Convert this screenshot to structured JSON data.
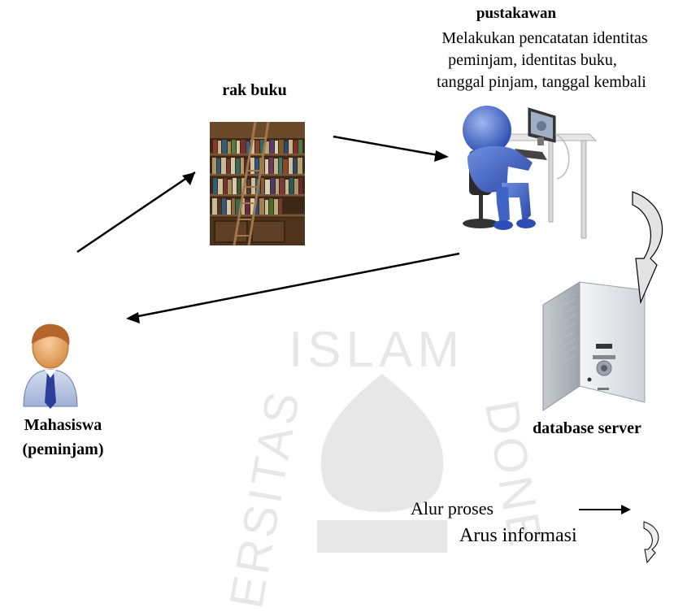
{
  "watermark": {
    "text": "ISLAM",
    "left_text": "ERSITAS",
    "right_text": "DONE"
  },
  "librarian": {
    "title": "pustakawan",
    "desc_lines": [
      "Melakukan pencatatan identitas",
      "peminjam, identitas buku,",
      "tanggal pinjam,  tanggal kembali"
    ]
  },
  "bookshelf": {
    "label": "rak buku"
  },
  "student": {
    "label_line1": "Mahasiswa",
    "label_line2": "(peminjam)"
  },
  "server": {
    "label": "database server"
  },
  "legend": {
    "process_flow": "Alur proses",
    "info_flow": "Arus informasi"
  },
  "colors": {
    "arrow": "#000000",
    "person_blue": "#3f63c9",
    "student_head": "#e08a3c",
    "student_body": "#b9c8e6",
    "server_body": "#dfe2e6",
    "shelf_wood": "#5a3a22",
    "curved_arrow_fill": "#d9d9d9"
  }
}
